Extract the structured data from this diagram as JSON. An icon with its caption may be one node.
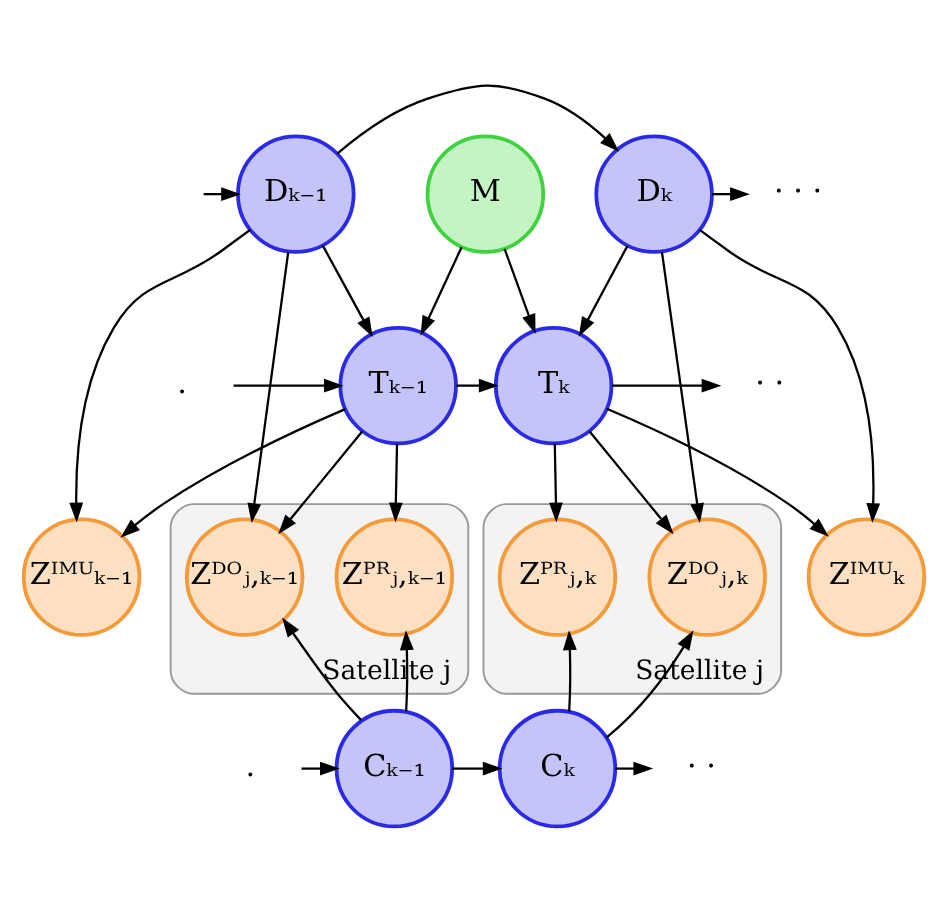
{
  "diagram": {
    "nodes": [
      {
        "text": [
          "M"
        ]
      },
      {
        "text": [
          "Dₖ₋₁"
        ]
      },
      {
        "text": [
          "Dₖ"
        ]
      },
      {
        "text": [
          "· · ·"
        ]
      },
      {
        "text": [
          "."
        ]
      },
      {
        "text": [
          "Tₖ₋₁"
        ]
      },
      {
        "text": [
          "Tₖ"
        ]
      },
      {
        "text": [
          "· ·"
        ]
      },
      {
        "text": [
          "Zᴵᴹᵁₖ₋₁"
        ]
      },
      {
        "text": [
          "Satellite j"
        ]
      },
      {
        "text": [
          "Zᴾᴿⱼ,ₖ₋₁"
        ],
        "in": 9
      },
      {
        "text": [
          "Zᴰᴼⱼ,ₖ₋₁"
        ],
        "in": 9
      },
      {
        "text": [
          "Zᴵᴹᵁₖ"
        ]
      },
      {
        "text": [
          "Satellite j"
        ]
      },
      {
        "text": [
          "Zᴾᴿⱼ,ₖ"
        ],
        "in": 13
      },
      {
        "text": [
          "Zᴰᴼⱼ,ₖ"
        ],
        "in": 13
      },
      {
        "text": [
          "."
        ]
      },
      {
        "text": [
          "Cₖ₋₁"
        ]
      },
      {
        "text": [
          "Cₖ"
        ]
      },
      {
        "text": [
          "· ·"
        ]
      }
    ],
    "edges": [
      {
        "from": null,
        "to": 1,
        "arrow": "to"
      },
      {
        "from": 1,
        "to": 2,
        "arrow": "to"
      },
      {
        "from": 2,
        "to": 3,
        "arrow": "to"
      },
      {
        "from": 4,
        "to": 5,
        "arrow": "to"
      },
      {
        "from": 5,
        "to": 6,
        "arrow": "to"
      },
      {
        "from": 6,
        "to": 7,
        "arrow": "to"
      },
      {
        "from": 16,
        "to": 17,
        "arrow": "to"
      },
      {
        "from": 17,
        "to": 18,
        "arrow": "to"
      },
      {
        "from": 18,
        "to": 19,
        "arrow": "to"
      },
      {
        "from": 0,
        "to": 5,
        "arrow": "to"
      },
      {
        "from": 0,
        "to": 6,
        "arrow": "to"
      },
      {
        "from": 1,
        "to": 5,
        "arrow": "to"
      },
      {
        "from": 1,
        "to": 8,
        "arrow": "to"
      },
      {
        "from": 1,
        "to": 11,
        "arrow": "to"
      },
      {
        "from": 2,
        "to": 6,
        "arrow": "to"
      },
      {
        "from": 2,
        "to": 12,
        "arrow": "to"
      },
      {
        "from": 2,
        "to": 15,
        "arrow": "to"
      },
      {
        "from": 5,
        "to": 8,
        "arrow": "to"
      },
      {
        "from": 5,
        "to": 10,
        "arrow": "to"
      },
      {
        "from": 5,
        "to": 11,
        "arrow": "to"
      },
      {
        "from": 6,
        "to": 12,
        "arrow": "to"
      },
      {
        "from": 6,
        "to": 14,
        "arrow": "to"
      },
      {
        "from": 6,
        "to": 15,
        "arrow": "to"
      },
      {
        "from": 17,
        "to": 10,
        "arrow": "to"
      },
      {
        "from": 17,
        "to": 11,
        "arrow": "to"
      },
      {
        "from": 18,
        "to": 14,
        "arrow": "to"
      },
      {
        "from": 18,
        "to": 15,
        "arrow": "to"
      }
    ]
  }
}
